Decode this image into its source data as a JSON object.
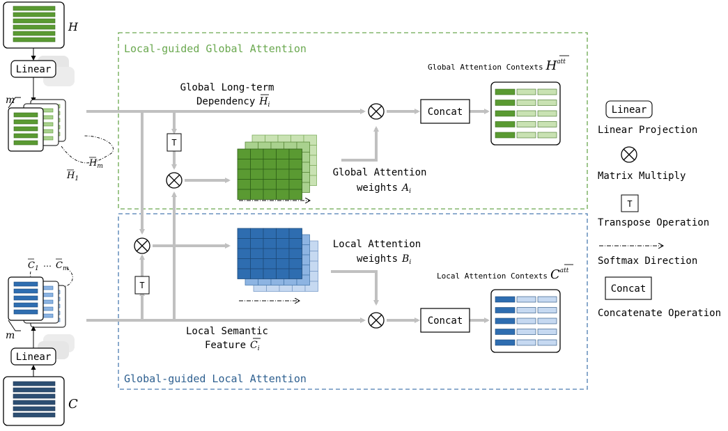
{
  "matrices": {
    "h_label": "H",
    "c_label": "C",
    "m_label_top": "m",
    "m_label_bottom": "m",
    "h_bar_1": "H",
    "h_bar_1_sub": "1",
    "h_bar_m": "H",
    "h_bar_m_sub": "m",
    "c_bar_1": "C",
    "c_bar_1_sub": "1",
    "c_dots": "…",
    "c_bar_m": "C",
    "c_bar_m_sub": "m"
  },
  "boxes": {
    "linear_top": "Linear",
    "linear_bottom": "Linear",
    "concat_top": "Concat",
    "concat_bottom": "Concat",
    "transpose_top": "T",
    "transpose_bottom": "T"
  },
  "regions": {
    "global_title": "Local-guided Global Attention",
    "local_title": "Global-guided Local Attention"
  },
  "labels": {
    "global_dep_line1": "Global Long-term",
    "global_dep_line2": "Dependency",
    "global_dep_sym": "H",
    "global_dep_sub": "i",
    "global_weights_line1": "Global Attention",
    "global_weights_line2": "weights",
    "global_weights_sym": "A",
    "global_weights_sub": "i",
    "global_contexts": "Global Attention Contexts",
    "global_contexts_sym": "H",
    "global_contexts_sup": "att",
    "local_weights_line1": "Local Attention",
    "local_weights_line2": "weights",
    "local_weights_sym": "B",
    "local_weights_sub": "i",
    "local_contexts": "Local Attention Contexts",
    "local_contexts_sym": "C",
    "local_contexts_sup": "att",
    "local_feat_line1": "Local Semantic",
    "local_feat_line2": "Feature",
    "local_feat_sym": "C",
    "local_feat_sub": "i"
  },
  "legend": {
    "linear_box": "Linear",
    "linear_desc": "Linear Projection",
    "mult_desc": "Matrix Multiply",
    "transpose_box": "T",
    "transpose_desc": "Transpose Operation",
    "softmax_desc": "Softmax Direction",
    "concat_box": "Concat",
    "concat_desc": "Concatenate Operation"
  },
  "colors": {
    "green_dark": "#5a9a32",
    "green_light": "#c9e2b3",
    "blue_dark": "#2e6db0",
    "blue_light": "#c6d9f1",
    "navy": "#2d4f73",
    "arrow_gray": "#c0c0c0",
    "global_border": "#6aa84f",
    "local_border": "#4a7bb0"
  }
}
